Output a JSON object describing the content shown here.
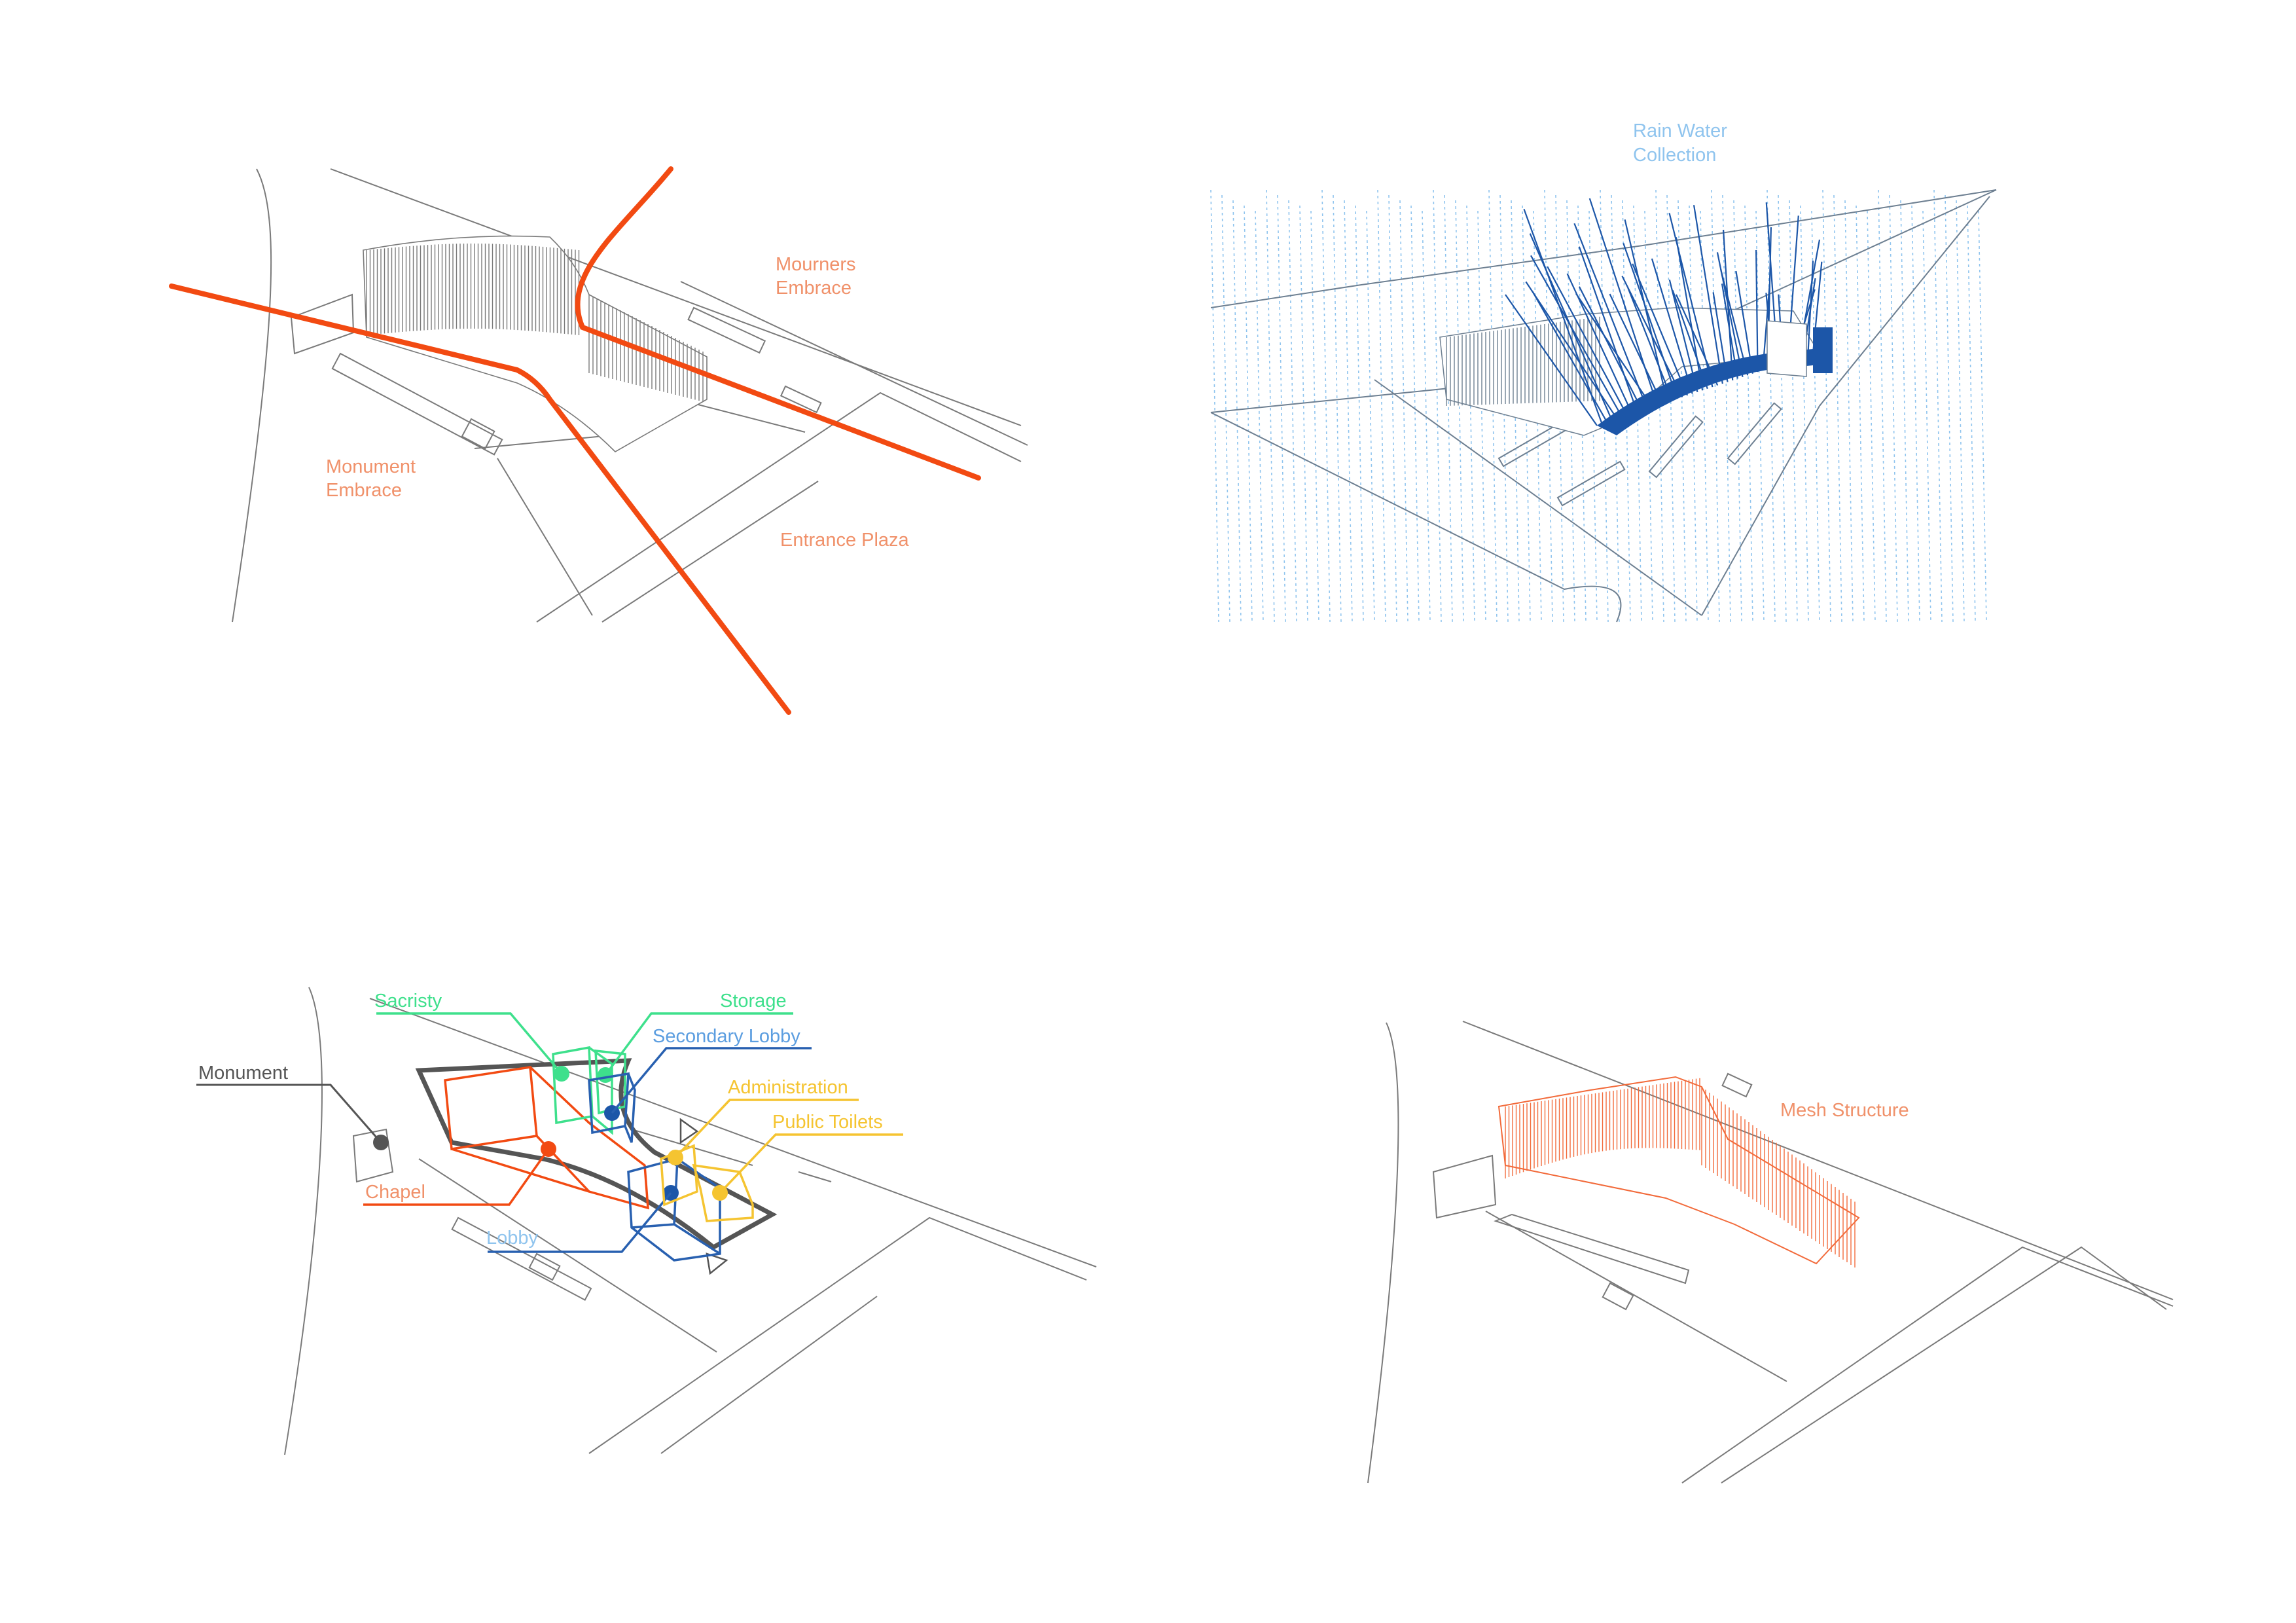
{
  "colors": {
    "orange": "#f24a12",
    "orange_label": "#f0916a",
    "light_blue": "#8fc4ee",
    "dark_blue": "#1c56a8",
    "mid_blue": "#2860b0",
    "green": "#3ee08c",
    "yellow": "#f5c431",
    "gray": "#555555",
    "line": "#7a7a7a"
  },
  "panels": {
    "circulation": {
      "labels": {
        "mourners": [
          "Mourners",
          "Embrace"
        ],
        "monument": [
          "Monument",
          "Embrace"
        ],
        "entrance": "Entrance Plaza"
      }
    },
    "rain": {
      "labels": {
        "rain": [
          "Rain Water",
          "Collection"
        ]
      }
    },
    "program": {
      "labels": {
        "monument": "Monument",
        "sacristy": "Sacristy",
        "storage": "Storage",
        "secondary_lobby": "Secondary Lobby",
        "administration": "Administration",
        "public_toilets": "Public Toilets",
        "chapel": "Chapel",
        "lobby": "Lobby"
      }
    },
    "structure": {
      "labels": {
        "mesh": "Mesh Structure"
      }
    }
  }
}
